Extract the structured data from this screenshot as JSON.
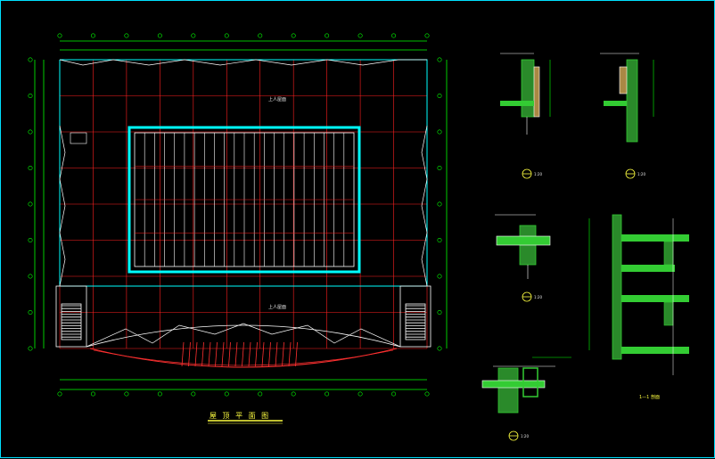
{
  "drawing": {
    "title": "屋 顶 平 面 图",
    "background": "#000000",
    "frame_color": "#00e0ff",
    "grid_color": "#ff2020",
    "wall_color": "#00ffff",
    "dim_color": "#00ff00",
    "text_color": "#ffffff",
    "hatch_color": "#33cc33"
  },
  "plan": {
    "label_upper_roof": "上人屋面",
    "label_lower_roof": "上人屋面",
    "column_count_top": 12,
    "row_count_left": 9
  },
  "details": [
    {
      "id": "detail-1",
      "scale": "1:20"
    },
    {
      "id": "detail-2",
      "scale": "1:20"
    },
    {
      "id": "detail-3",
      "scale": "1:20"
    },
    {
      "id": "detail-4",
      "scale": "1:20"
    },
    {
      "id": "section-1",
      "caption": "1—1 剖面"
    }
  ]
}
